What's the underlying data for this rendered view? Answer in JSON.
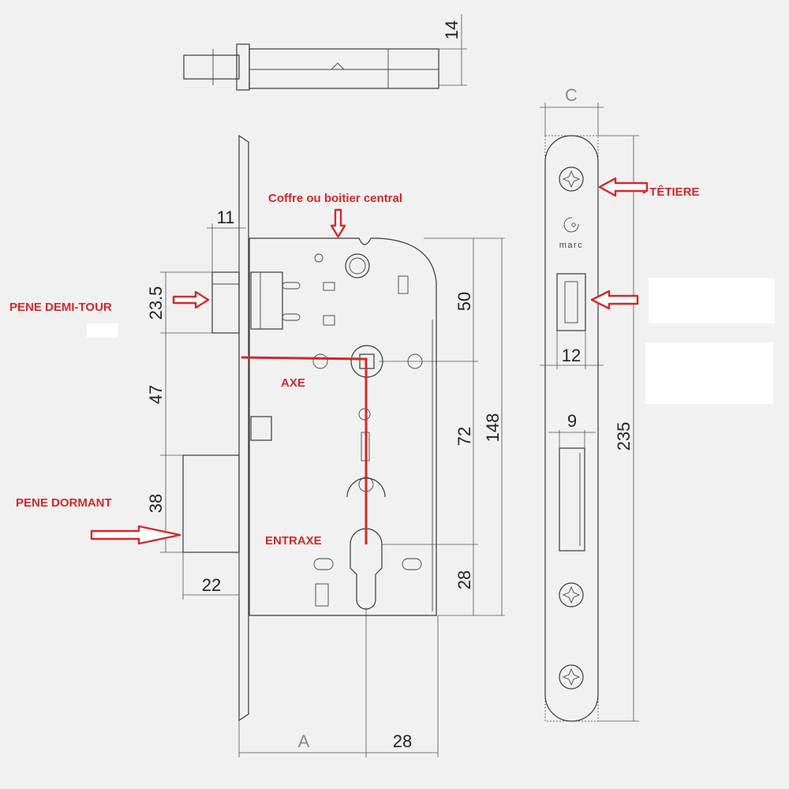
{
  "labels": {
    "coffre": "Coffre ou boitier central",
    "tetiere": "- TÊTIERE",
    "pene_demi_tour": "PENE DEMI-TOUR",
    "axe": "AXE",
    "pene_dormant": "PENE DORMANT",
    "entraxe": "ENTRAXE"
  },
  "dimensions": {
    "d14": "14",
    "d11": "11",
    "d23_5": "23.5",
    "d47": "47",
    "d38": "38",
    "d22": "22",
    "d50": "50",
    "d72": "72",
    "d148": "148",
    "d28_right": "28",
    "dA": "A",
    "d28_bottom": "28",
    "dC": "C",
    "d12": "12",
    "d9": "9",
    "d235": "235"
  },
  "logo": {
    "brand": "marc"
  },
  "colors": {
    "annotation_red": "#d4282a",
    "line": "#3a3a3a",
    "background": "#f1f1f1"
  }
}
